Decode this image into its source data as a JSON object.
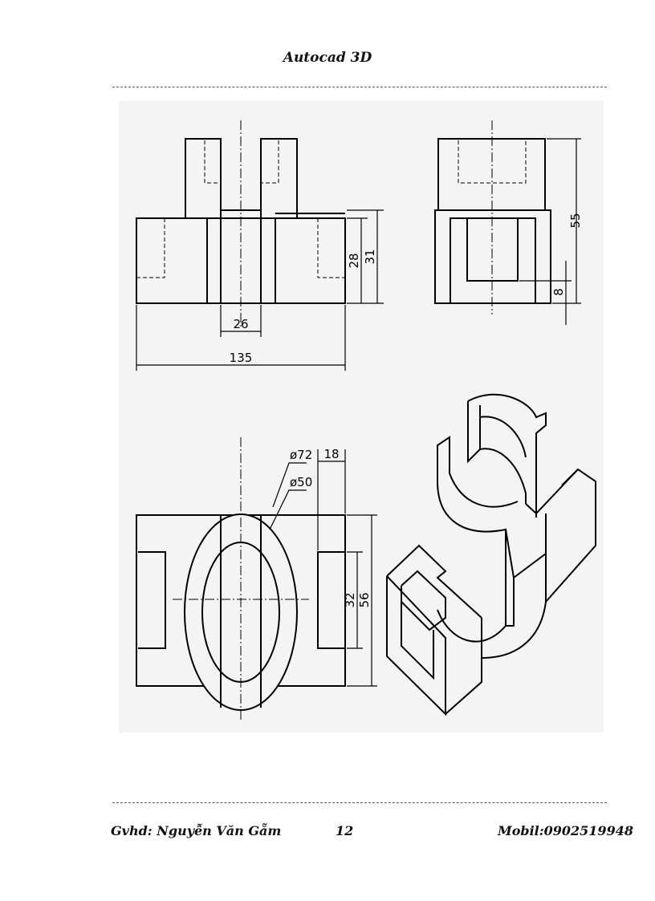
{
  "header": {
    "title": "Autocad 3D"
  },
  "drawing": {
    "dimensions": {
      "width_slot": "26",
      "overall_length": "135",
      "base_height": "28",
      "middle_height": "31",
      "total_height": "55",
      "bottom_offset": "8",
      "outer_diameter": "ø72",
      "inner_diameter": "ø50",
      "block_width": "18",
      "slot_depth": "32",
      "overall_width": "56"
    }
  },
  "footer": {
    "instructor": "Gvhd: Nguyễn Văn Gẵm",
    "page_number": "12",
    "mobile": "Mobil:0902519948"
  }
}
